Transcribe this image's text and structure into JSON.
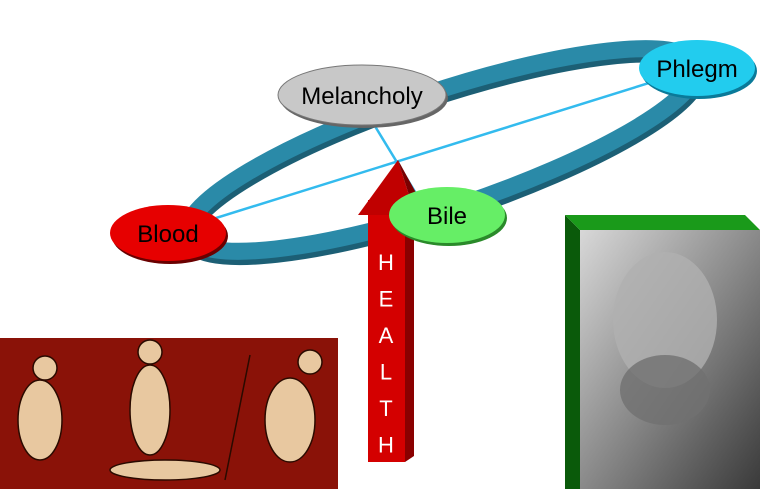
{
  "humours": {
    "melancholy": {
      "label": "Melancholy",
      "color": "#c8c8c8"
    },
    "phlegm": {
      "label": "Phlegm",
      "color": "#22ccee"
    },
    "blood": {
      "label": "Blood",
      "color": "#e60000"
    },
    "bile": {
      "label": "Bile",
      "color": "#66ee66"
    }
  },
  "arrow": {
    "letters": [
      "H",
      "E",
      "A",
      "L",
      "T",
      "H"
    ],
    "color": "#cc0000"
  },
  "ring_color": "#2a8aa8",
  "connector_color": "#33bbee",
  "frame_color": "#1a8a1a"
}
